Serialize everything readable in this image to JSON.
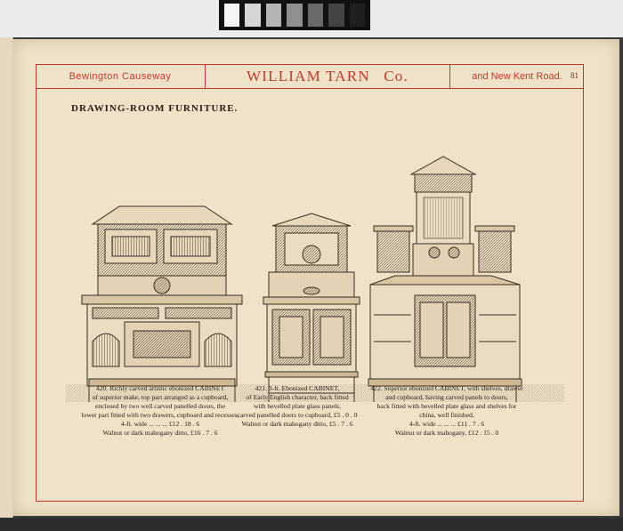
{
  "header": {
    "left": "Bewington Causeway",
    "center": "WILLIAM TARN",
    "center_suffix": "Co.",
    "right": "and New Kent Road.",
    "page_number": "81"
  },
  "section_title": "DRAWING-ROOM FURNITURE.",
  "calibration_colors": [
    "#f5f5f5",
    "#d6d6d6",
    "#b4b4b4",
    "#8f8f8f",
    "#6a6a6a",
    "#444444",
    "#1f1f1f"
  ],
  "items": [
    {
      "lines": [
        "420.  Richly carved artistic ebonized CABINET",
        "of superior make, top part arranged as a cupboard,",
        "enclosed by two well carved panelled doors, the",
        "lower part fitted with two drawers, cupboard and recesses,",
        "4-ft. wide   ...   ...   ...   £12 . 18 . 6",
        "Walnut or dark mahogany ditto, £16 . 7 . 6"
      ]
    },
    {
      "lines": [
        "421.  3-ft. Ebonized CABINET,",
        "of Early English character, back fitted",
        "with bevelled plate glass panels,",
        "carved panelled doors to cupboard, £5 . 0 . 0",
        "Walnut or dark mahogany ditto, £5 . 7 . 6"
      ]
    },
    {
      "lines": [
        "422.  Superior ebonized CABINET, with shelves, drawer",
        "and cupboard, having carved panels to doors,",
        "back fitted with bevelled plate glass and shelves for",
        "china, well finished,",
        "4-ft. wide   ...   ...   ...   £11 . 7 . 6",
        "Walnut or dark mahogany, £12 . 15 . 0"
      ]
    }
  ]
}
